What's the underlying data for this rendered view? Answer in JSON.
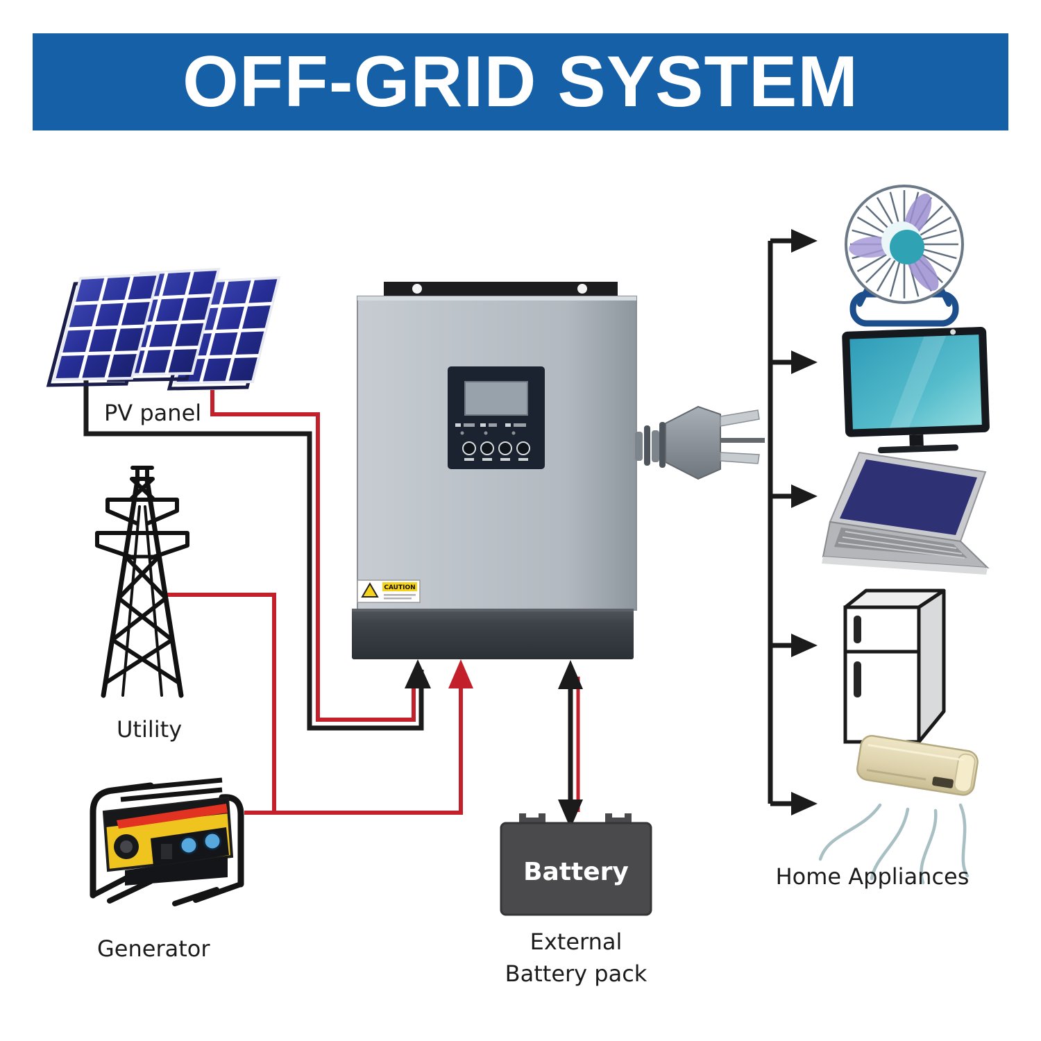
{
  "title": "OFF-GRID SYSTEM",
  "sources": [
    {
      "id": "pv-panel",
      "label": "PV panel"
    },
    {
      "id": "utility",
      "label": "Utility"
    },
    {
      "id": "generator",
      "label": "Generator"
    }
  ],
  "inverter": {
    "caution_label": "CAUTION"
  },
  "battery": {
    "label": "Battery",
    "sublabel_line1": "External",
    "sublabel_line2": "Battery pack"
  },
  "appliances": {
    "label": "Home Appliances",
    "items": [
      "fan",
      "tv",
      "laptop",
      "refrigerator",
      "air-conditioner"
    ]
  },
  "colors": {
    "banner_blue": "#1560a7",
    "wire_red": "#c2202b",
    "wire_black": "#1b1b1b"
  }
}
